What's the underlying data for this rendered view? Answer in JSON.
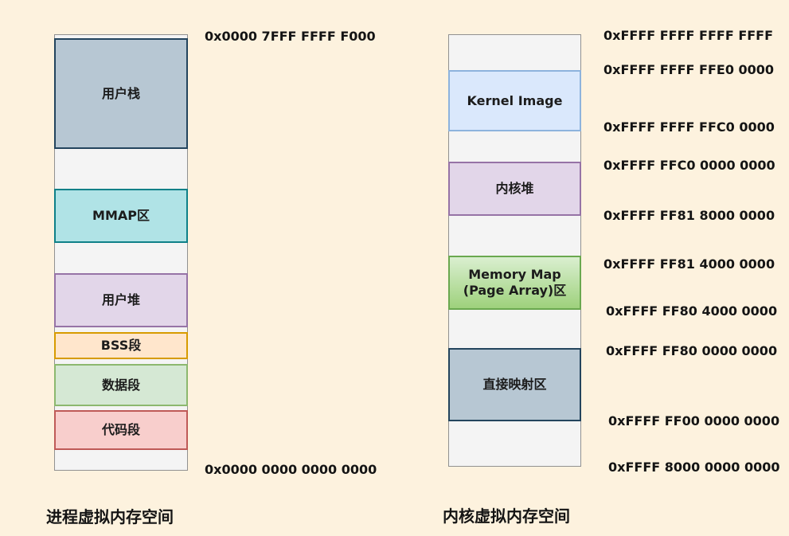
{
  "colors": {
    "background": "#fdf2de",
    "container_fill": "#f4f4f4",
    "container_border": "#919191",
    "user_stack_fill": "#b7c7d3",
    "user_stack_border": "#23445d",
    "mmap_fill": "#b0e3e6",
    "mmap_border": "#0e8088",
    "user_heap_fill": "#e2d6e9",
    "user_heap_border": "#9673a6",
    "bss_fill": "#ffe6cc",
    "bss_border": "#d79b00",
    "data_seg_fill": "#d5e8d4",
    "data_seg_border": "#8cb86e",
    "code_seg_fill": "#f8cecc",
    "code_seg_border": "#bf5a57",
    "kernel_image_fill": "#dae8fc",
    "kernel_image_border": "#8db3dd",
    "memory_map_fill_top": "#daefd0",
    "memory_map_fill_bottom": "#9ed17c",
    "memory_map_border": "#6aa84f",
    "direct_map_fill": "#b7c7d3",
    "direct_map_border": "#23445d",
    "text": "#141414"
  },
  "process_space": {
    "title": "进程虚拟内存空间",
    "top_address": "0x0000 7FFF FFFF F000",
    "bottom_address": "0x0000 0000 0000 0000",
    "blocks": [
      {
        "label": "用户栈"
      },
      {
        "label": "MMAP区"
      },
      {
        "label": "用户堆"
      },
      {
        "label": "BSS段"
      },
      {
        "label": "数据段"
      },
      {
        "label": "代码段"
      }
    ]
  },
  "kernel_space": {
    "title": "内核虚拟内存空间",
    "blocks": [
      {
        "label": "Kernel Image"
      },
      {
        "label": "内核堆"
      },
      {
        "label": "Memory Map\n(Page Array)区"
      },
      {
        "label": "直接映射区"
      }
    ],
    "addresses": [
      "0xFFFF FFFF FFFF FFFF",
      "0xFFFF FFFF FFE0 0000",
      "0xFFFF FFFF FFC0 0000",
      "0xFFFF FFC0 0000 0000",
      "0xFFFF FF81 8000 0000",
      "0xFFFF FF81 4000 0000",
      "0xFFFF FF80 4000 0000",
      "0xFFFF FF80 0000 0000",
      "0xFFFF FF00 0000 0000",
      "0xFFFF 8000 0000 0000"
    ]
  }
}
